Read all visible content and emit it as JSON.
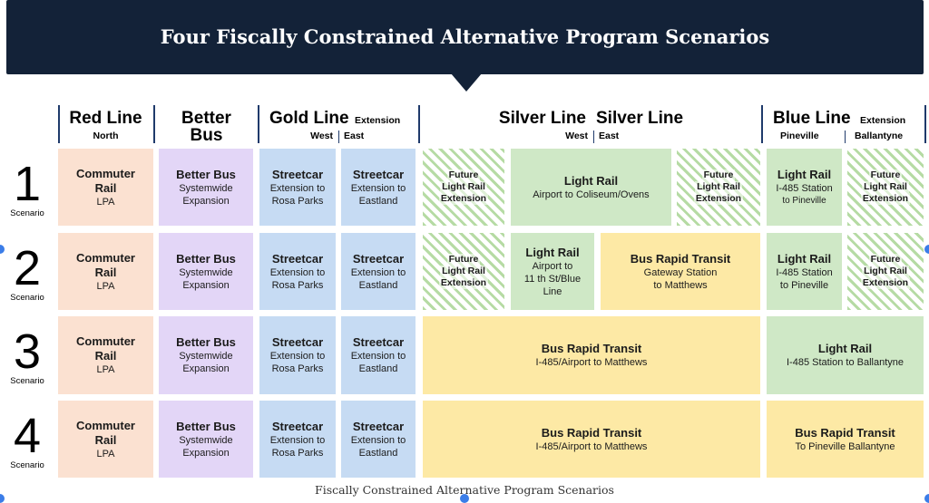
{
  "title": "Four Fiscally Constrained Alternative Program Scenarios",
  "caption": "Fiscally Constrained Alternative Program Scenarios",
  "colors": {
    "banner": "#132238",
    "commuter": "#fbe1d1",
    "bus": "#e3d6f7",
    "streetcar": "#c6dbf3",
    "light_rail": "#cfe8c6",
    "brt": "#fde9a5"
  },
  "headers": {
    "red": {
      "name": "Red Line",
      "sub": "North"
    },
    "better": {
      "name1": "Better",
      "name2": "Bus"
    },
    "gold": {
      "name": "Gold Line",
      "ext": "Extension",
      "west": "West",
      "east": "East"
    },
    "silver": {
      "name1": "Silver Line",
      "name2": "Silver Line",
      "west": "West",
      "east": "East"
    },
    "blue": {
      "name": "Blue Line",
      "ext": "Extension",
      "pineville": "Pineville",
      "ballantyne": "Ballantyne"
    }
  },
  "scenario_word": "Scenario",
  "scenarios": [
    {
      "num": "1",
      "cells": {
        "red": {
          "t1": "Commuter",
          "t2": "Rail",
          "s": "LPA"
        },
        "bus": {
          "t": "Better Bus",
          "s1": "Systemwide",
          "s2": "Expansion"
        },
        "gw": {
          "t": "Streetcar",
          "s1": "Extension to",
          "s2": "Rosa Parks"
        },
        "ge": {
          "t": "Streetcar",
          "s1": "Extension to",
          "s2": "Eastland"
        },
        "f1": {
          "t1": "Future",
          "t2": "Light Rail",
          "t3": "Extension"
        },
        "lr": {
          "t": "Light Rail",
          "s": "Airport to Coliseum/Ovens"
        },
        "f2": {
          "t1": "Future",
          "t2": "Light Rail",
          "t3": "Extension"
        },
        "bp": {
          "t": "Light Rail",
          "s1": "I-485 Station",
          "s2": "to Pineville"
        },
        "f3": {
          "t1": "Future",
          "t2": "Light Rail",
          "t3": "Extension"
        }
      }
    },
    {
      "num": "2",
      "cells": {
        "red": {
          "t1": "Commuter",
          "t2": "Rail",
          "s": "LPA"
        },
        "bus": {
          "t": "Better Bus",
          "s1": "Systemwide",
          "s2": "Expansion"
        },
        "gw": {
          "t": "Streetcar",
          "s1": "Extension to",
          "s2": "Rosa Parks"
        },
        "ge": {
          "t": "Streetcar",
          "s1": "Extension to",
          "s2": "Eastland"
        },
        "f1": {
          "t1": "Future",
          "t2": "Light Rail",
          "t3": "Extension"
        },
        "lr": {
          "t": "Light Rail",
          "s1": "Airport to",
          "s2": "11 th St/Blue",
          "s3": "Line"
        },
        "brt": {
          "t": "Bus Rapid Transit",
          "s1": "Gateway Station",
          "s2": "to Matthews"
        },
        "bp": {
          "t": "Light Rail",
          "s1": "I-485 Station",
          "s2": "to Pineville"
        },
        "f3": {
          "t1": "Future",
          "t2": "Light Rail",
          "t3": "Extension"
        }
      }
    },
    {
      "num": "3",
      "cells": {
        "red": {
          "t1": "Commuter",
          "t2": "Rail",
          "s": "LPA"
        },
        "bus": {
          "t": "Better Bus",
          "s1": "Systemwide",
          "s2": "Expansion"
        },
        "gw": {
          "t": "Streetcar",
          "s1": "Extension to",
          "s2": "Rosa Parks"
        },
        "ge": {
          "t": "Streetcar",
          "s1": "Extension to",
          "s2": "Eastland"
        },
        "silver": {
          "t": "Bus Rapid Transit",
          "s": "I-485/Airport to Matthews"
        },
        "blue": {
          "t": "Light Rail",
          "s": "I-485 Station to Ballantyne"
        }
      }
    },
    {
      "num": "4",
      "cells": {
        "red": {
          "t1": "Commuter",
          "t2": "Rail",
          "s": "LPA"
        },
        "bus": {
          "t": "Better Bus",
          "s1": "Systemwide",
          "s2": "Expansion"
        },
        "gw": {
          "t": "Streetcar",
          "s1": "Extension to",
          "s2": "Rosa Parks"
        },
        "ge": {
          "t": "Streetcar",
          "s1": "Extension to",
          "s2": "Eastland"
        },
        "silver": {
          "t": "Bus Rapid Transit",
          "s": "I-485/Airport to Matthews"
        },
        "blue": {
          "t": "Bus Rapid Transit",
          "s": "To Pineville Ballantyne"
        }
      }
    }
  ]
}
